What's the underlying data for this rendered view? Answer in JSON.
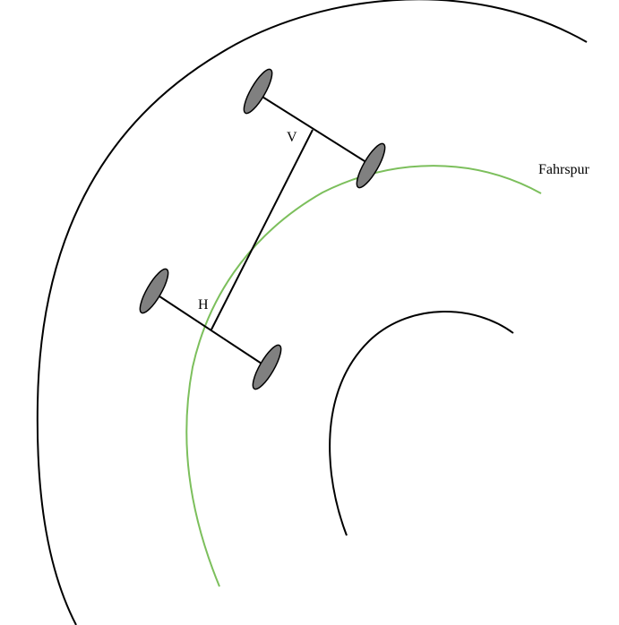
{
  "diagram": {
    "lane_label": "Fahrspur",
    "front_axle_label": "V",
    "rear_axle_label": "H"
  },
  "colors": {
    "background": "#ffffff",
    "road_edge": "#000000",
    "lane": "#7cbf5c",
    "wheel_fill": "#808080",
    "wheel_stroke": "#000000",
    "axle": "#000000"
  },
  "icons": {
    "wheel": "wheel-icon"
  }
}
